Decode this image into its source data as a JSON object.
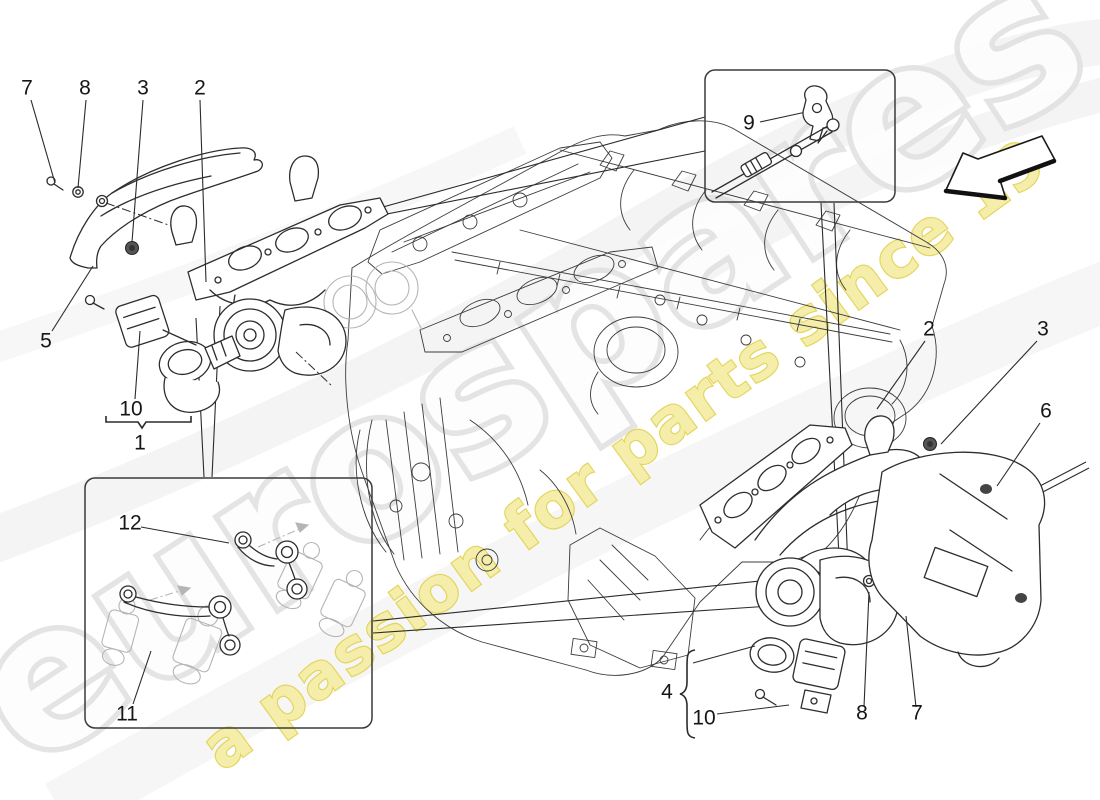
{
  "diagram": {
    "callouts": [
      {
        "id": "7-top-left",
        "label": "7"
      },
      {
        "id": "8-top-left",
        "label": "8"
      },
      {
        "id": "3-top-left",
        "label": "3"
      },
      {
        "id": "2-top-left",
        "label": "2"
      },
      {
        "id": "5-left",
        "label": "5"
      },
      {
        "id": "10-left",
        "label": "10"
      },
      {
        "id": "1-left",
        "label": "1"
      },
      {
        "id": "9-inset",
        "label": "9"
      },
      {
        "id": "2-right",
        "label": "2"
      },
      {
        "id": "3-right",
        "label": "3"
      },
      {
        "id": "6-right",
        "label": "6"
      },
      {
        "id": "12-inset",
        "label": "12"
      },
      {
        "id": "11-inset",
        "label": "11"
      },
      {
        "id": "4-bottom",
        "label": "4"
      },
      {
        "id": "10-bottom",
        "label": "10"
      },
      {
        "id": "8-bottom",
        "label": "8"
      },
      {
        "id": "7-bottom",
        "label": "7"
      }
    ]
  },
  "watermark": {
    "brand": "eurospares",
    "tagline": "a passion for parts since 1985",
    "brand_fill": "#fdfdfd",
    "brand_outline_color": "#e3e3e3",
    "tagline_fill": "#f5eda2",
    "tagline_outline_color": "#e2d14d"
  },
  "colors": {
    "line": "#2d2d2d",
    "background": "#ffffff",
    "ghost_line": "#b5b5b5"
  }
}
